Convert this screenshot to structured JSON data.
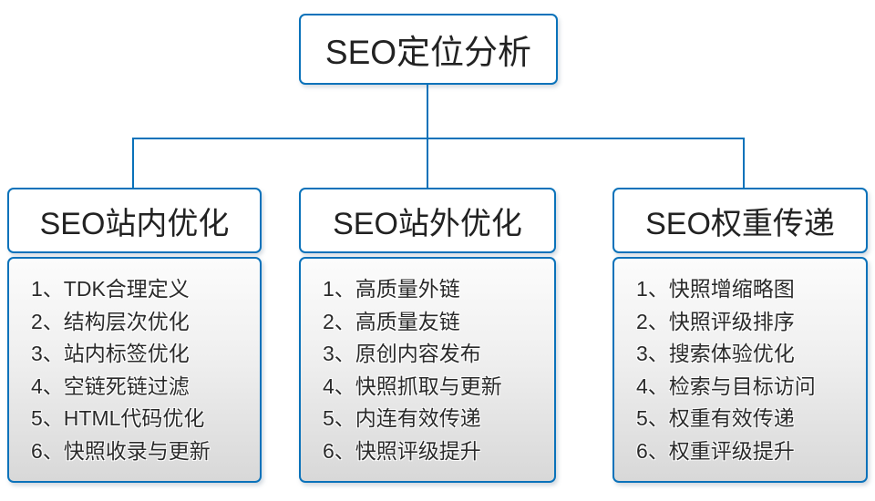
{
  "colors": {
    "line_blue": "#0a72ba",
    "box_fill_white": "#ffffff",
    "list_gradient_top": "#fcfcfc",
    "list_gradient_bottom": "#d8d8d8",
    "text_dark": "#222222"
  },
  "root": {
    "label": "SEO定位分析"
  },
  "branches": [
    {
      "title": "SEO站内优化",
      "items": [
        "1、TDK合理定义",
        "2、结构层次优化",
        "3、站内标签优化",
        "4、空链死链过滤",
        "5、HTML代码优化",
        "6、快照收录与更新"
      ]
    },
    {
      "title": "SEO站外优化",
      "items": [
        "1、高质量外链",
        "2、高质量友链",
        "3、原创内容发布",
        "4、快照抓取与更新",
        "5、内连有效传递",
        "6、快照评级提升"
      ]
    },
    {
      "title": "SEO权重传递",
      "items": [
        "1、快照增缩略图",
        "2、快照评级排序",
        "3、搜索体验优化",
        "4、检索与目标访问",
        "5、权重有效传递",
        "6、权重评级提升"
      ]
    }
  ]
}
